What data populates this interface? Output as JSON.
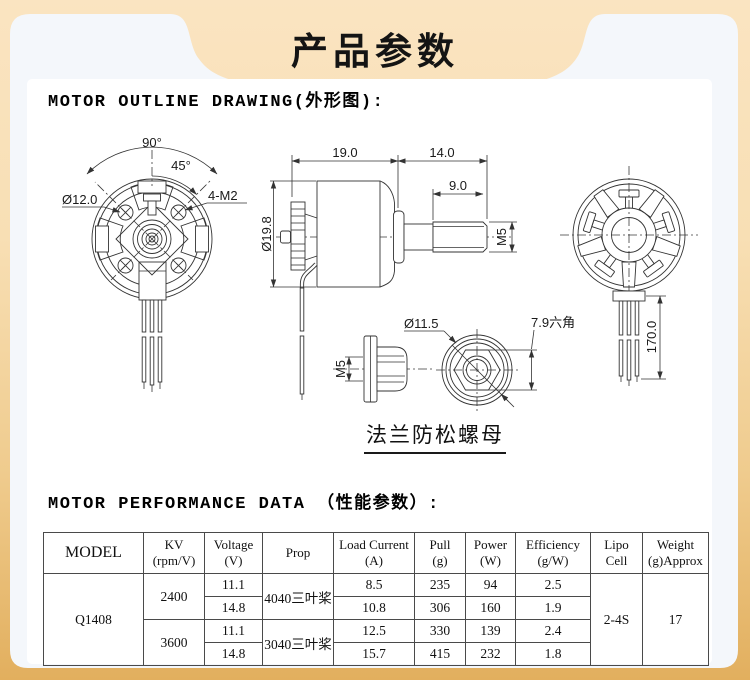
{
  "header": {
    "title": "产品参数"
  },
  "outline_section": {
    "title": "MOTOR OUTLINE DRAWING(外形图):",
    "nut_caption": "法兰防松螺母",
    "dims": {
      "angle90": "90°",
      "angle45": "45°",
      "bolt_circle": "Ø12.0",
      "screws": "4-M2",
      "body_len": "19.0",
      "shaft_len": "14.0",
      "thread_len": "9.0",
      "body_dia": "Ø19.8",
      "shaft_thread": "M5",
      "wire_len": "170.0",
      "nut_thread": "M5",
      "nut_dia": "Ø11.5",
      "nut_hex": "7.9六角"
    }
  },
  "performance_section": {
    "title": "MOTOR PERFORMANCE DATA （性能参数）:",
    "table": {
      "headers": {
        "model": "MODEL",
        "kv1": "KV",
        "kv2": "(rpm/V)",
        "volt1": "Voltage",
        "volt2": "(V)",
        "prop": "Prop",
        "load1": "Load Current",
        "load2": "(A)",
        "pull1": "Pull",
        "pull2": "(g)",
        "power1": "Power",
        "power2": "(W)",
        "eff1": "Efficiency",
        "eff2": "(g/W)",
        "lipo1": "Lipo",
        "lipo2": "Cell",
        "weight1": "Weight",
        "weight2": "(g)Approx"
      },
      "model": "Q1408",
      "lipo_cell": "2-4S",
      "weight": "17",
      "groups": [
        {
          "kv": "2400",
          "prop": "4040三叶桨",
          "rows": [
            {
              "voltage": "11.1",
              "load": "8.5",
              "pull": "235",
              "power": "94",
              "eff": "2.5"
            },
            {
              "voltage": "14.8",
              "load": "10.8",
              "pull": "306",
              "power": "160",
              "eff": "1.9"
            }
          ]
        },
        {
          "kv": "3600",
          "prop": "3040三叶桨",
          "rows": [
            {
              "voltage": "11.1",
              "load": "12.5",
              "pull": "330",
              "power": "139",
              "eff": "2.4"
            },
            {
              "voltage": "14.8",
              "load": "15.7",
              "pull": "415",
              "power": "232",
              "eff": "1.8"
            }
          ]
        }
      ]
    }
  },
  "colors": {
    "page_top": "#FAE4C1",
    "page_bottom": "#E2AF5E",
    "card": "#F4F7FB",
    "content": "#FFFFFF",
    "line": "#333333",
    "table_border": "#4A4A4A",
    "text": "#111111"
  }
}
